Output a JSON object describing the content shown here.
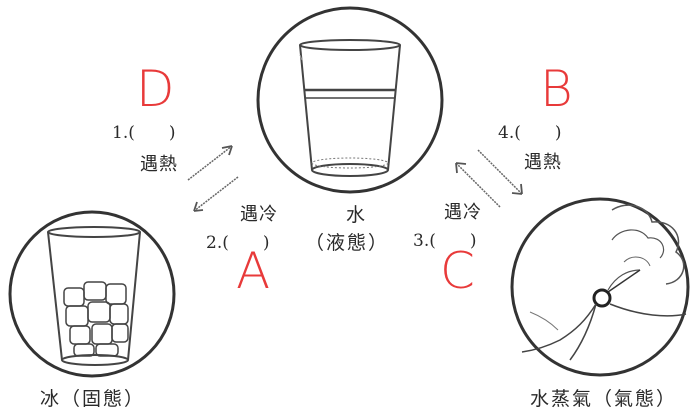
{
  "colors": {
    "ink": "#2a2a2a",
    "annotation": "#e83a3a"
  },
  "states": {
    "ice": "冰（固態）",
    "water_line1": "水",
    "water_line2": "（液態）",
    "vapor": "水蒸氣（氣態）"
  },
  "transitions": [
    {
      "number": "1.(　　)",
      "label": "遇熱",
      "answer": "D"
    },
    {
      "number": "2.(　　)",
      "label": "遇冷",
      "answer": "A"
    },
    {
      "number": "3.(　　)",
      "label": "遇冷",
      "answer": "C"
    },
    {
      "number": "4.(　　)",
      "label": "遇熱",
      "answer": "B"
    }
  ],
  "icons": [
    "glass-of-water-icon",
    "glass-of-ice-icon",
    "steam-kettle-icon"
  ]
}
